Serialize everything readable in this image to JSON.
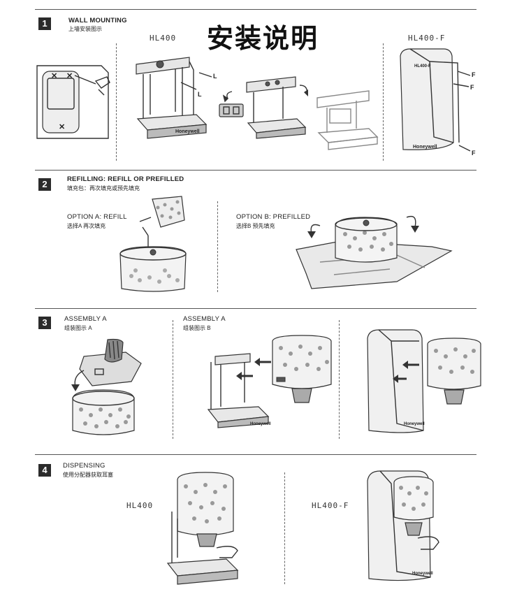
{
  "page_title": "安装说明",
  "steps": [
    {
      "number": "1",
      "heading_en": "WALL MOUNTING",
      "heading_zh": "上墙安装图示",
      "models": [
        "HL400",
        "HL400-F"
      ],
      "callouts": [
        "L",
        "L",
        "F",
        "F",
        "F"
      ]
    },
    {
      "number": "2",
      "heading_en": "REFILLING: REFILL OR PREFILLED",
      "heading_zh": "填充包：再次填充或预先填充",
      "option_a_en": "OPTION A: REFILL",
      "option_a_zh": "选择A 再次填充",
      "option_b_en": "OPTION B: PREFILLED",
      "option_b_zh": "选择B 预先填充"
    },
    {
      "number": "3",
      "heading_en": "ASSEMBLY A",
      "heading_zh": "组装图示 A",
      "sub_heading_en": "ASSEMBLY A",
      "sub_heading_zh": "组装图示 B"
    },
    {
      "number": "4",
      "heading_en": "DISPENSING",
      "heading_zh": "使用分配器获取耳塞",
      "models": [
        "HL400",
        "HL400-F"
      ]
    }
  ],
  "brand_mark": "Honeywell"
}
